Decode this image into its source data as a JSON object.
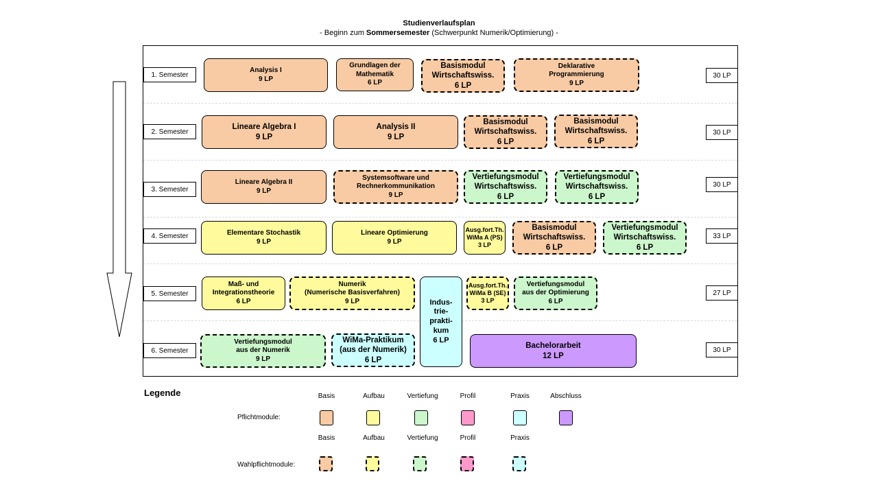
{
  "header": {
    "title": "Studienverlaufsplan",
    "subtitle_prefix": "- Beginn zum ",
    "subtitle_bold": "Sommersemester",
    "subtitle_suffix": " (Schwerpunkt Numerik/Optimierung) -"
  },
  "colors": {
    "basis": "#f8cba5",
    "aufbau": "#fffb9c",
    "vertiefung": "#ccf6cc",
    "profil": "#ff99cc",
    "praxis": "#ccffff",
    "abschluss": "#cc99ff"
  },
  "semesters": [
    {
      "label": "1. Semester",
      "lp": "30 LP"
    },
    {
      "label": "2. Semester",
      "lp": "30 LP"
    },
    {
      "label": "3. Semester",
      "lp": "30 LP"
    },
    {
      "label": "4. Semester",
      "lp": "33 LP"
    },
    {
      "label": "5. Semester",
      "lp": "27 LP"
    },
    {
      "label": "6. Semester",
      "lp": "30 LP"
    }
  ],
  "modules": {
    "s1": [
      {
        "name": "Analysis I",
        "lp": "9 LP"
      },
      {
        "name": "Grundlagen der\nMathematik",
        "lp": "6 LP"
      },
      {
        "name": "Basismodul\nWirtschaftswiss.",
        "lp": "6 LP"
      },
      {
        "name": "Deklarative\nProgrammierung",
        "lp": "9 LP"
      }
    ],
    "s2": [
      {
        "name": "Lineare Algebra I",
        "lp": "9 LP"
      },
      {
        "name": "Analysis II",
        "lp": "9 LP"
      },
      {
        "name": "Basismodul\nWirtschaftswiss.",
        "lp": "6 LP"
      },
      {
        "name": "Basismodul\nWirtschaftswiss.",
        "lp": "6 LP"
      }
    ],
    "s3": [
      {
        "name": "Lineare Algebra II",
        "lp": "9 LP"
      },
      {
        "name": "Systemsoftware und\nRechnerkommunikation",
        "lp": "9 LP"
      },
      {
        "name": "Vertiefungsmodul\nWirtschaftswiss.",
        "lp": "6 LP"
      },
      {
        "name": "Vertiefungsmodul\nWirtschaftswiss.",
        "lp": "6 LP"
      }
    ],
    "s4": [
      {
        "name": "Elementare Stochastik",
        "lp": "9 LP"
      },
      {
        "name": "Lineare Optimierung",
        "lp": "9 LP"
      },
      {
        "name": "Ausg.fort.Th.\nWiMa A (PS)",
        "lp": "3 LP"
      },
      {
        "name": "Basismodul\nWirtschaftswiss.",
        "lp": "6 LP"
      },
      {
        "name": "Vertiefungsmodul\nWirtschaftswiss.",
        "lp": "6 LP"
      }
    ],
    "s5": [
      {
        "name": "Maß- und\nIntegrationstheorie",
        "lp": "6 LP"
      },
      {
        "name": "Numerik\n(Numerische Basisverfahren)",
        "lp": "9 LP"
      },
      {
        "name": "Indus-\ntrie-\nprakti-\nkum",
        "lp": "6 LP"
      },
      {
        "name": "Ausg.fort.Th.\nWiMa B (SE)",
        "lp": "3 LP"
      },
      {
        "name": "Vertiefungsmodul\naus der Optimierung",
        "lp": "6 LP"
      }
    ],
    "s6": [
      {
        "name": "Vertiefungsmodul\naus der Numerik",
        "lp": "9 LP"
      },
      {
        "name": "WiMa-Praktikum\n(aus der Numerik)",
        "lp": "6 LP"
      },
      {
        "name": "Bachelorarbeit",
        "lp": "12 LP"
      }
    ]
  },
  "legend": {
    "title": "Legende",
    "row1_label": "Pflichtmodule:",
    "row2_label": "Wahlpflichtmodule:",
    "categories_row1": [
      "Basis",
      "Aufbau",
      "Vertiefung",
      "Profil",
      "Praxis",
      "Abschluss"
    ],
    "categories_row2": [
      "Basis",
      "Aufbau",
      "Vertiefung",
      "Profil",
      "Praxis"
    ]
  }
}
